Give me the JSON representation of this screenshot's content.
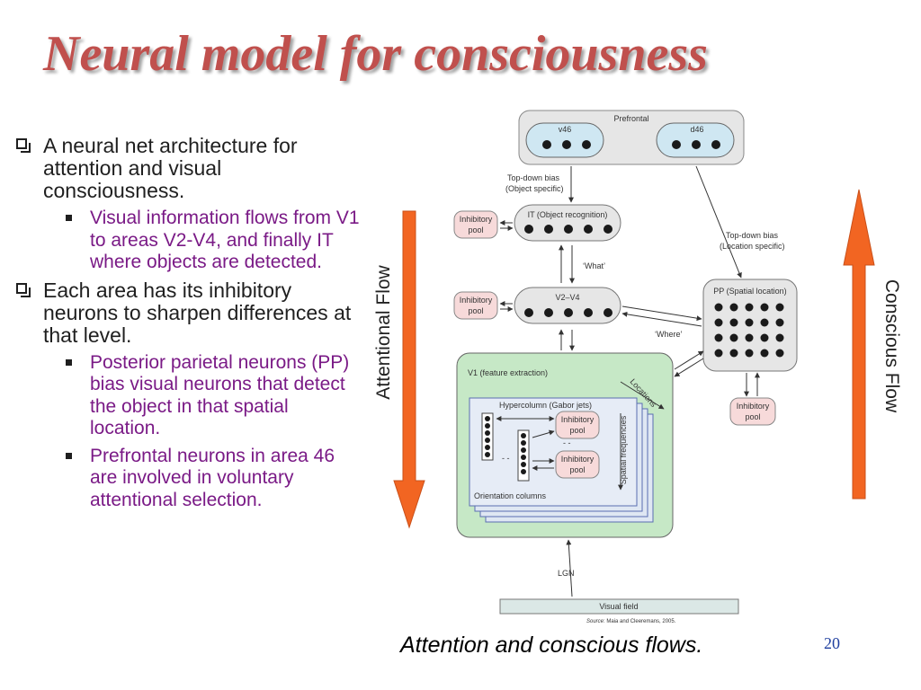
{
  "slide": {
    "title": "Neural model for consciousness",
    "caption": "Attention and conscious flows.",
    "page_number": "20"
  },
  "bullets": [
    {
      "level": 1,
      "text": "A neural net architecture for attention and visual consciousness."
    },
    {
      "level": 2,
      "text": "Visual information flows from V1 to areas V2-V4, and finally IT where objects are detected."
    },
    {
      "level": 1,
      "text": "Each area has its inhibitory neurons to sharpen differences at that level."
    },
    {
      "level": 2,
      "text": "Posterior parietal neurons (PP) bias visual neurons that detect the object in that spatial location."
    },
    {
      "level": 2,
      "text": "Prefrontal neurons in area 46 are involved in voluntary attentional selection."
    }
  ],
  "diagram": {
    "prefrontal": "Prefrontal",
    "v46": "v46",
    "d46": "d46",
    "top_down_object": [
      "Top-down bias",
      "(Object specific)"
    ],
    "top_down_location": [
      "Top-down bias",
      "(Location specific)"
    ],
    "it": "IT (Object recognition)",
    "v2v4": "V2–V4",
    "pp": "PP (Spatial location)",
    "inhibitory_pool": [
      "Inhibitory",
      "pool"
    ],
    "what": "‘What’",
    "where": "‘Where’",
    "v1": "V1 (feature extraction)",
    "hypercolumn": "Hypercolumn (Gabor jets)",
    "locations": "Locations",
    "spatial_frequencies": "Spatial frequencies",
    "orientation_columns": "Orientation columns",
    "lgn": "LGN",
    "visual_field": "Visual field",
    "source_label": "Source",
    "source_text": ": Maia and Cleeremans, 2005."
  },
  "arrows": {
    "attentional": "Attentional Flow",
    "conscious": "Conscious Flow",
    "color": "#f26522"
  },
  "colors": {
    "title": "#c0504d",
    "sub_bullet": "#7a1a86",
    "area_fill": "#e6e6e6",
    "v46_fill": "#cfe7f2",
    "inhibitory_fill": "#f7dada",
    "v1_fill": "#c6e8c6",
    "hypercolumn_fill": "#dfe7f3"
  }
}
